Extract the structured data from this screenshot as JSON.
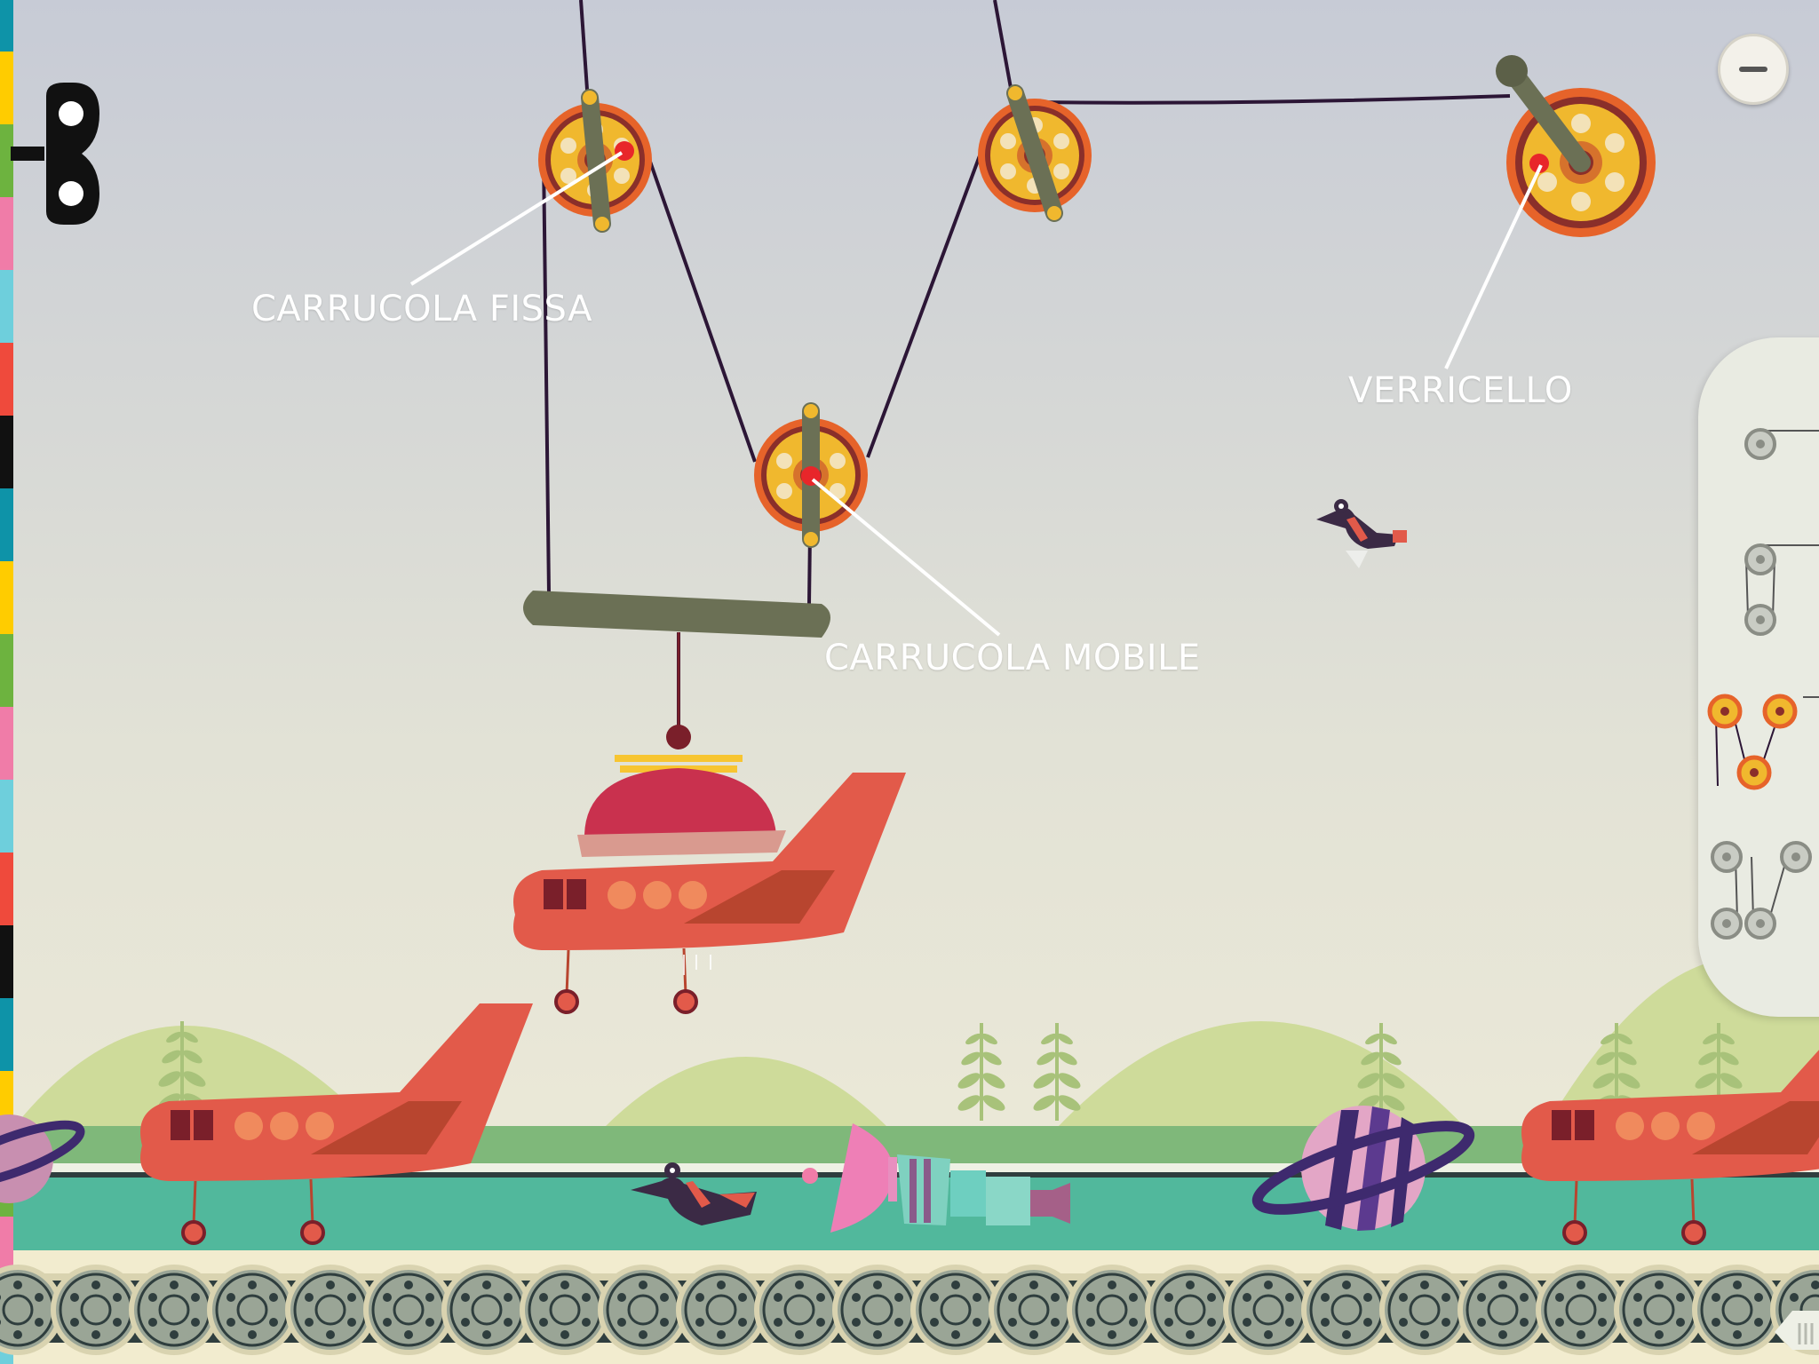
{
  "labels": {
    "fixed_pulley": "CARRUCOLA FISSA",
    "movable_pulley": "CARRUCOLA MOBILE",
    "winch": "VERRICELLO"
  },
  "icons": {
    "app_logo": "wind-up-key-icon",
    "minimize": "minus-icon",
    "tray_items": [
      "single-pulley-icon",
      "double-pulley-icon",
      "block-and-tackle-icon",
      "compound-pulley-icon"
    ]
  },
  "colors": {
    "sky_top": "#c7cbd6",
    "sky_bottom": "#f0ecd8",
    "pulley_outer": "#e6632a",
    "pulley_ring": "#8a2f2a",
    "pulley_inner": "#f0b82e",
    "bracket": "#6b7055",
    "rope": "#2c1636",
    "marker": "#e8262a",
    "plane": "#e25a4a",
    "hill": "#cedb9a",
    "track": "#51b89c",
    "tread": "#2f3e3e",
    "side_stripe": [
      "#ffcc00",
      "#6db33f",
      "#f07ca8",
      "#6ecfdc",
      "#ef4a3c",
      "#111111",
      "#0e93a8"
    ]
  }
}
